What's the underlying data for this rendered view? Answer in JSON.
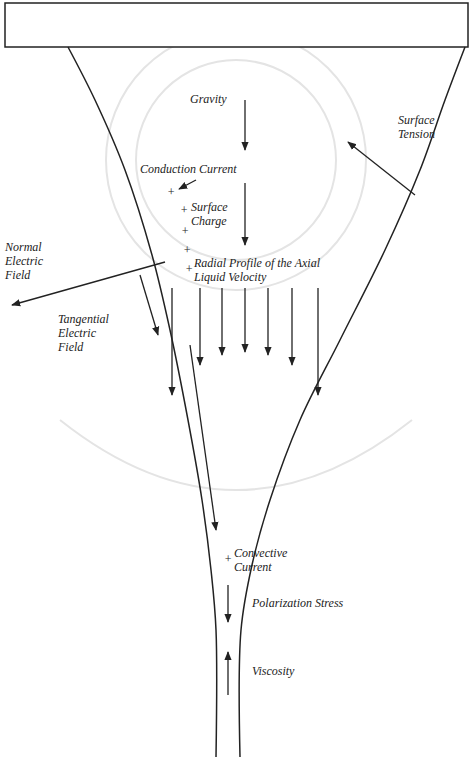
{
  "diagram": {
    "labels": [
      "Gravity",
      "Surface Tension",
      "Conduction Current",
      "+",
      "Normal Electric Field",
      "+",
      "Surface Charge",
      "+",
      "Tangential Electric Field",
      "+",
      "Radial Profile of the Axial Liquid Velocity",
      "+",
      "Convective Current",
      "+",
      "Polarization Stress",
      "Viscosity"
    ]
  }
}
